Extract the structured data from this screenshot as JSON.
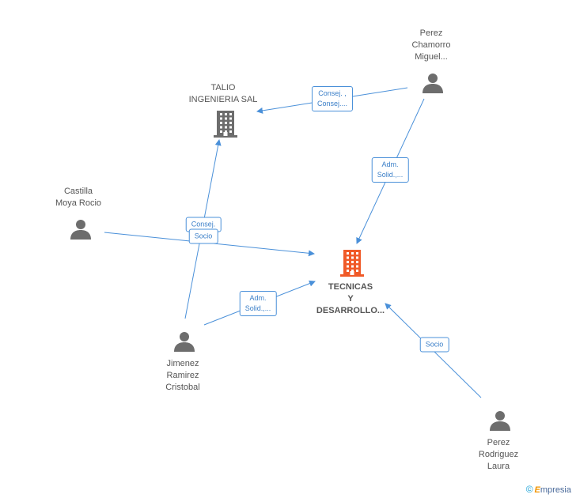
{
  "colors": {
    "edge": "#4a90d9",
    "person": "#6d6d6d",
    "company": "#6d6d6d",
    "highlight": "#f05a28"
  },
  "nodes": {
    "perez_chamorro": {
      "label": [
        "Perez",
        "Chamorro",
        "Miguel..."
      ],
      "type": "person"
    },
    "talio": {
      "label": [
        "TALIO",
        "INGENIERIA SAL"
      ],
      "type": "company"
    },
    "castilla": {
      "label": [
        "Castilla",
        "Moya Rocio"
      ],
      "type": "person"
    },
    "tecnicas": {
      "label": [
        "TECNICAS",
        "Y",
        "DESARROLLO..."
      ],
      "type": "company-main"
    },
    "jimenez": {
      "label": [
        "Jimenez",
        "Ramirez",
        "Cristobal"
      ],
      "type": "person"
    },
    "perez_rodriguez": {
      "label": [
        "Perez",
        "Rodriguez",
        "Laura"
      ],
      "type": "person"
    }
  },
  "edges": [
    {
      "from": "perez_chamorro",
      "to": "talio",
      "label": [
        "Consej. ,",
        "Consej...."
      ]
    },
    {
      "from": "perez_chamorro",
      "to": "tecnicas",
      "label": [
        "Adm.",
        "Solid.,..."
      ]
    },
    {
      "from": "jimenez",
      "to": "talio",
      "label": [
        "Consej."
      ]
    },
    {
      "from": "castilla",
      "to": "tecnicas",
      "label": [
        "Socio"
      ]
    },
    {
      "from": "jimenez",
      "to": "tecnicas",
      "label": [
        "Adm.",
        "Solid.,..."
      ]
    },
    {
      "from": "perez_rodriguez",
      "to": "tecnicas",
      "label": [
        "Socio"
      ]
    }
  ],
  "brand": {
    "copyright": "©",
    "first_letter": "E",
    "rest": "mpresia"
  }
}
